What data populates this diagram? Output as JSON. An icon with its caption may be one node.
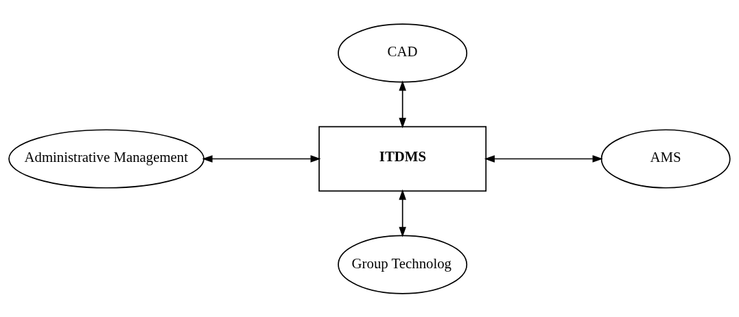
{
  "diagram": {
    "nodes": [
      {
        "text": [
          "ITDMS"
        ]
      },
      {
        "text": [
          "CAD"
        ]
      },
      {
        "text": [
          "Administrative Management"
        ]
      },
      {
        "text": [
          "AMS"
        ]
      },
      {
        "text": [
          "Group Technolog"
        ]
      }
    ],
    "edges": [
      {
        "from": 1,
        "to": 0,
        "arrow": "both"
      },
      {
        "from": 2,
        "to": 0,
        "arrow": "both"
      },
      {
        "from": 0,
        "to": 3,
        "arrow": "both"
      },
      {
        "from": 0,
        "to": 4,
        "arrow": "both"
      }
    ]
  }
}
